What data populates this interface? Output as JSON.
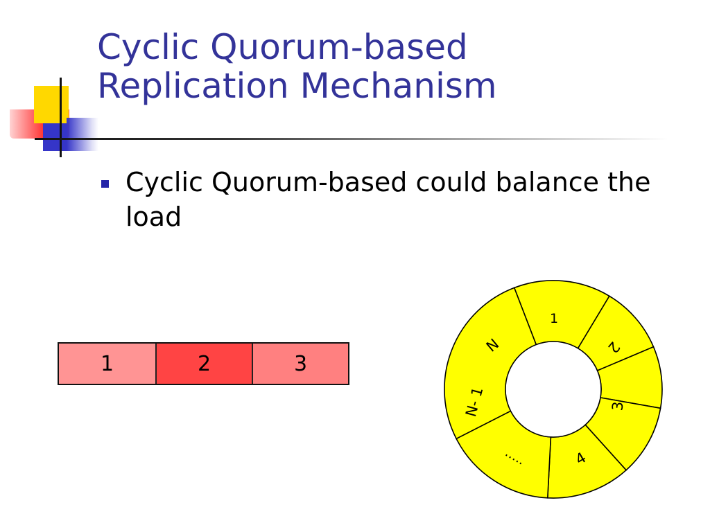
{
  "slide": {
    "title_line1": "Cyclic Quorum-based",
    "title_line2": "Replication Mechanism",
    "bullet": "Cyclic Quorum-based could balance the load"
  },
  "array_cells": [
    {
      "label": "1",
      "color": "#ff9494"
    },
    {
      "label": "2",
      "color": "#ff4444"
    },
    {
      "label": "3",
      "color": "#ff8080"
    }
  ],
  "ring": {
    "fill": "#ffff00",
    "segments": [
      "1",
      "2",
      "3",
      "4",
      "…..",
      "N- 1",
      "N"
    ]
  },
  "colors": {
    "title": "#333399",
    "bullet": "#2424a8",
    "deco_yellow": "#ffd800",
    "deco_blue": "#3535c8",
    "deco_red": "#ff3838"
  }
}
